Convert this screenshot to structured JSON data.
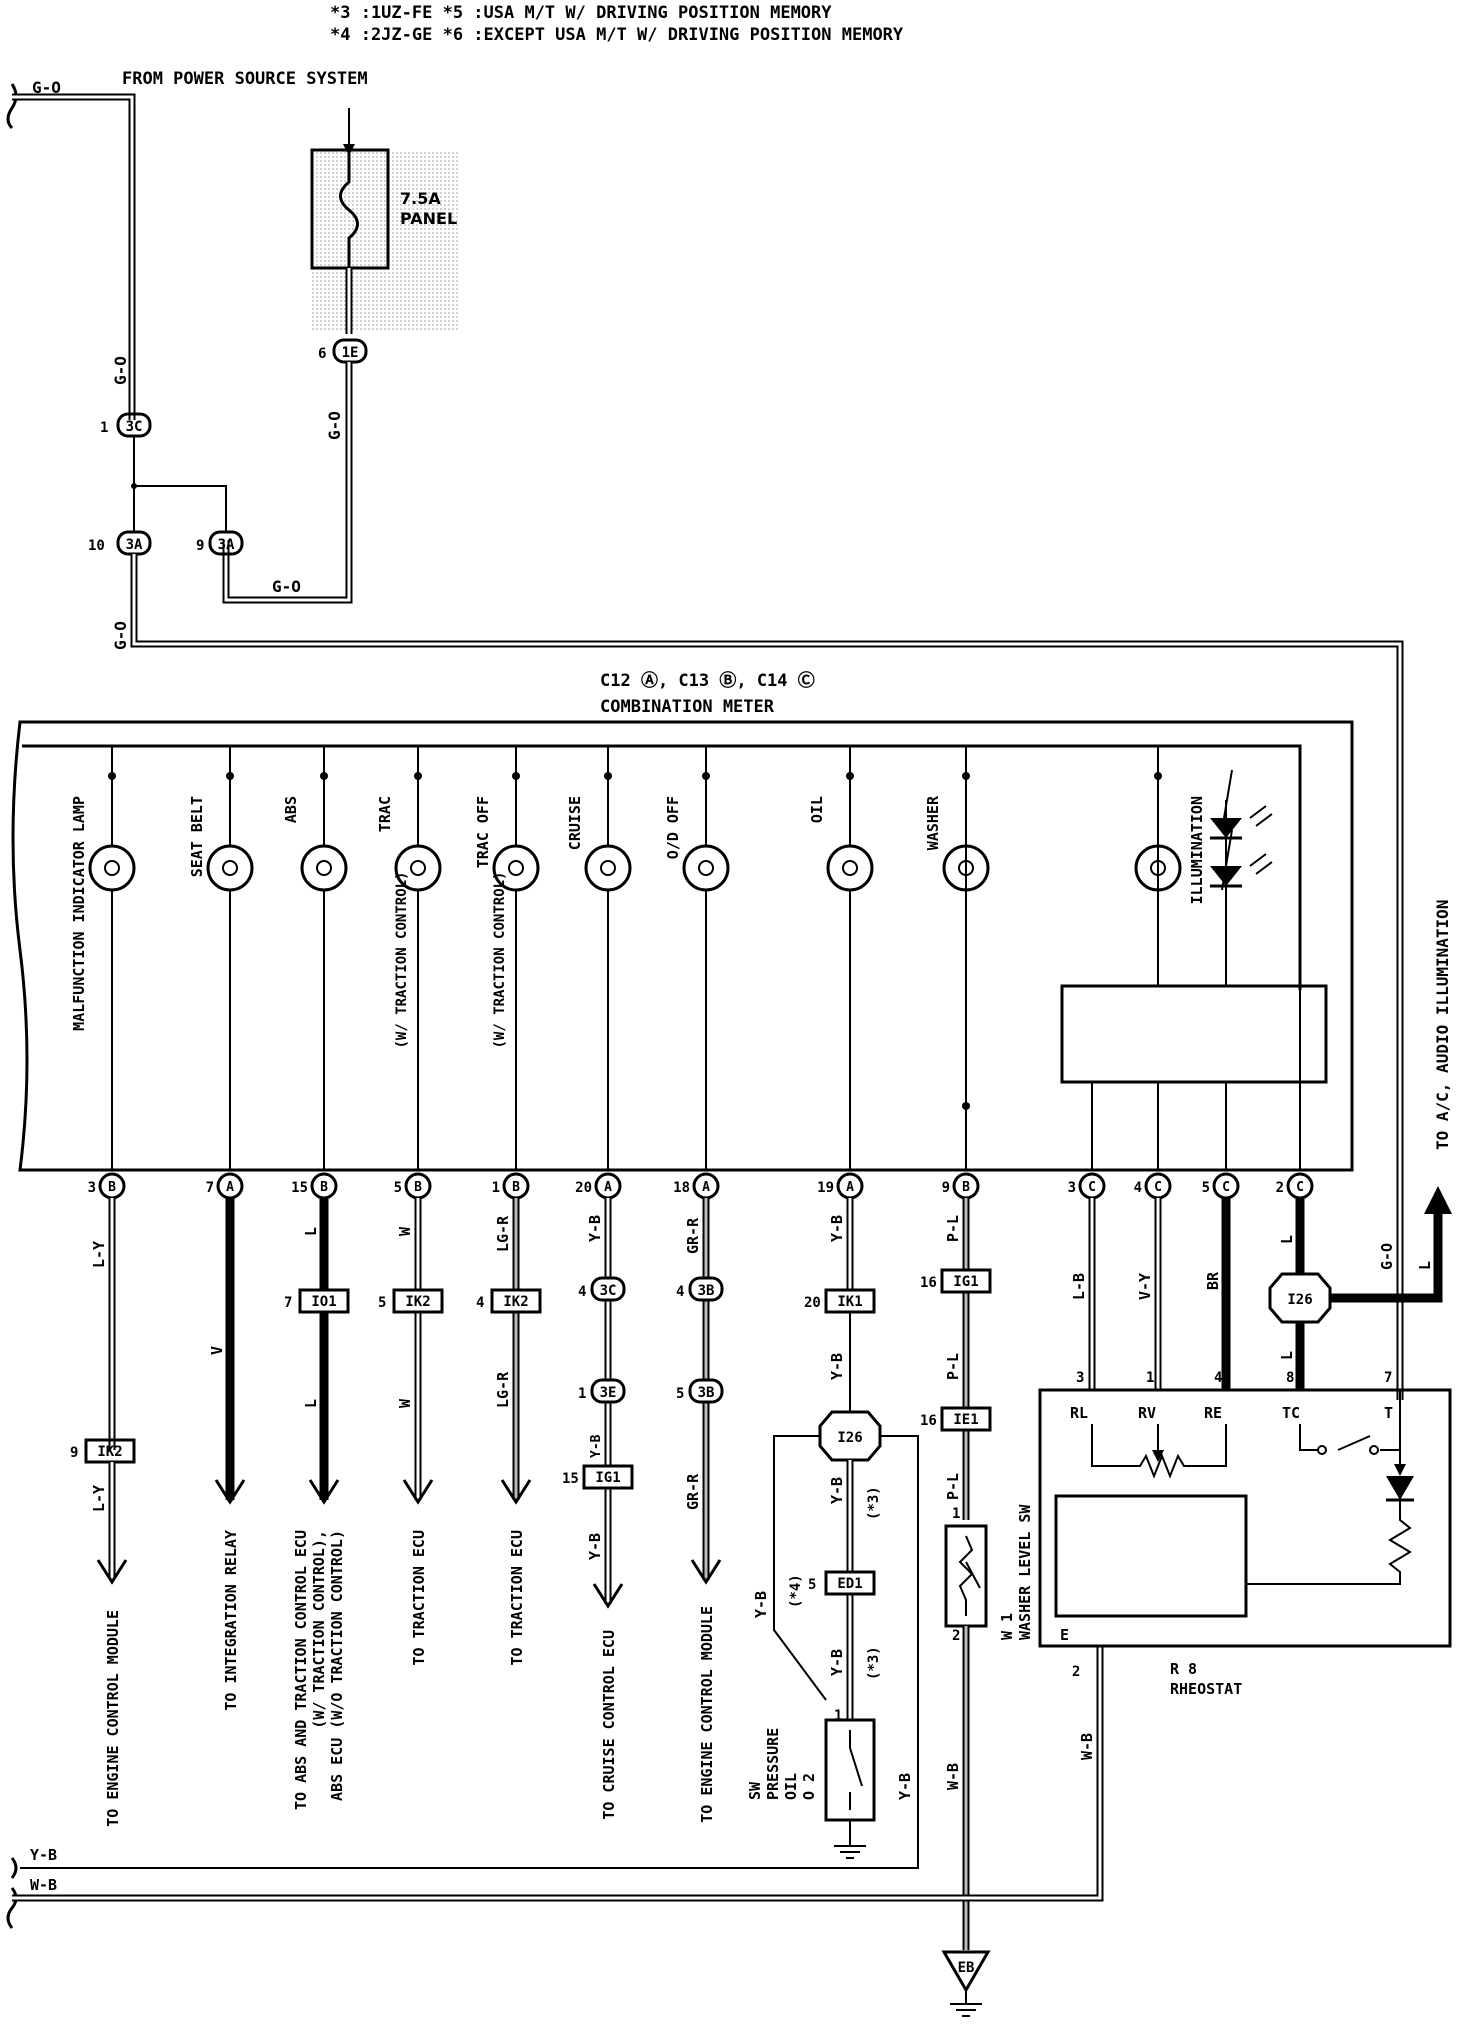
{
  "notes": [
    "*3 :1UZ-FE   *5 :USA M/T W/ DRIVING POSITION MEMORY",
    "*4 :2JZ-GE   *6 :EXCEPT USA M/T W/ DRIVING POSITION MEMORY"
  ],
  "top": {
    "power_source": "FROM POWER SOURCE SYSTEM",
    "fuse_rating": "7.5A",
    "fuse_name": "PANEL",
    "wire_go": "G-O",
    "pin_6": "6",
    "conn_1E": "1E",
    "pin_1": "1",
    "conn_3C": "3C",
    "pin_10": "10",
    "conn_3A": "3A",
    "pin_9": "9"
  },
  "meter": {
    "line1": "C12 Ⓐ, C13 Ⓑ, C14 Ⓒ",
    "line2": "COMBINATION METER",
    "lamps": [
      {
        "label": "MALFUNCTION INDICATOR LAMP",
        "sub": ""
      },
      {
        "label": "SEAT BELT",
        "sub": ""
      },
      {
        "label": "ABS",
        "sub": ""
      },
      {
        "label": "TRAC",
        "sub": "(W/ TRACTION CONTROL)"
      },
      {
        "label": "TRAC OFF",
        "sub": "(W/ TRACTION CONTROL)"
      },
      {
        "label": "CRUISE",
        "sub": ""
      },
      {
        "label": "O/D OFF",
        "sub": ""
      },
      {
        "label": "OIL",
        "sub": ""
      },
      {
        "label": "WASHER",
        "sub": ""
      },
      {
        "label": "ILLUMINATION",
        "sub": ""
      }
    ]
  },
  "pins": [
    {
      "num": "3",
      "conn": "B",
      "wire": "L-Y"
    },
    {
      "num": "7",
      "conn": "A",
      "wire": ""
    },
    {
      "num": "15",
      "conn": "B",
      "wire": ""
    },
    {
      "num": "5",
      "conn": "B",
      "wire": ""
    },
    {
      "num": "1",
      "conn": "B",
      "wire": "LG-R"
    },
    {
      "num": "20",
      "conn": "A",
      "wire": "Y-B"
    },
    {
      "num": "18",
      "conn": "A",
      "wire": "GR-R"
    },
    {
      "num": "19",
      "conn": "A",
      "wire": "Y-B"
    },
    {
      "num": "9",
      "conn": "B",
      "wire": "P-L"
    },
    {
      "num": "3",
      "conn": "C",
      "wire": "L-B"
    },
    {
      "num": "4",
      "conn": "C",
      "wire": "V-Y"
    },
    {
      "num": "5",
      "conn": "C",
      "wire": "BR"
    },
    {
      "num": "2",
      "conn": "C",
      "wire": "L"
    }
  ],
  "wires": {
    "v": "V",
    "l": "L",
    "w": "W",
    "lgr": "LG-R",
    "yb": "Y-B",
    "grr": "GR-R",
    "pl": "P-L",
    "ly": "L-Y",
    "wb": "W-B",
    "go": "G-O"
  },
  "conns": {
    "ik2": "IK2",
    "io1": "IO1",
    "ik1": "IK1",
    "ig1": "IG1",
    "ie1": "IE1",
    "ed1": "ED1",
    "i26": "I26",
    "c3": "3C",
    "e3": "3E",
    "b3": "3B",
    "eb": "EB"
  },
  "num": {
    "n1": "1",
    "n2": "2",
    "n3": "3",
    "n4": "4",
    "n5": "5",
    "n7": "7",
    "n8": "8",
    "n9": "9",
    "n15": "15",
    "n16": "16",
    "n20": "20"
  },
  "marks": {
    "s3": "(*3)",
    "s4": "(*4)"
  },
  "dest": [
    "TO ENGINE CONTROL MODULE",
    "TO INTEGRATION RELAY",
    "TO ABS AND TRACTION CONTROL ECU",
    "(W/ TRACTION CONTROL),",
    "ABS ECU (W/O TRACTION CONTROL)",
    "TO TRACTION ECU",
    "TO TRACTION ECU",
    "TO CRUISE CONTROL ECU",
    "TO ENGINE CONTROL MODULE"
  ],
  "oil_sw": {
    "id": "O 2",
    "l1": "OIL",
    "l2": "PRESSURE",
    "l3": "SW"
  },
  "washer_sw": {
    "id": "W 1",
    "name": "WASHER LEVEL SW"
  },
  "rheostat": {
    "id": "R 8",
    "name": "RHEOSTAT",
    "terms": [
      "RL",
      "RV",
      "RE",
      "TC",
      "T"
    ],
    "e": "E"
  },
  "audio": "TO A/C, AUDIO ILLUMINATION"
}
